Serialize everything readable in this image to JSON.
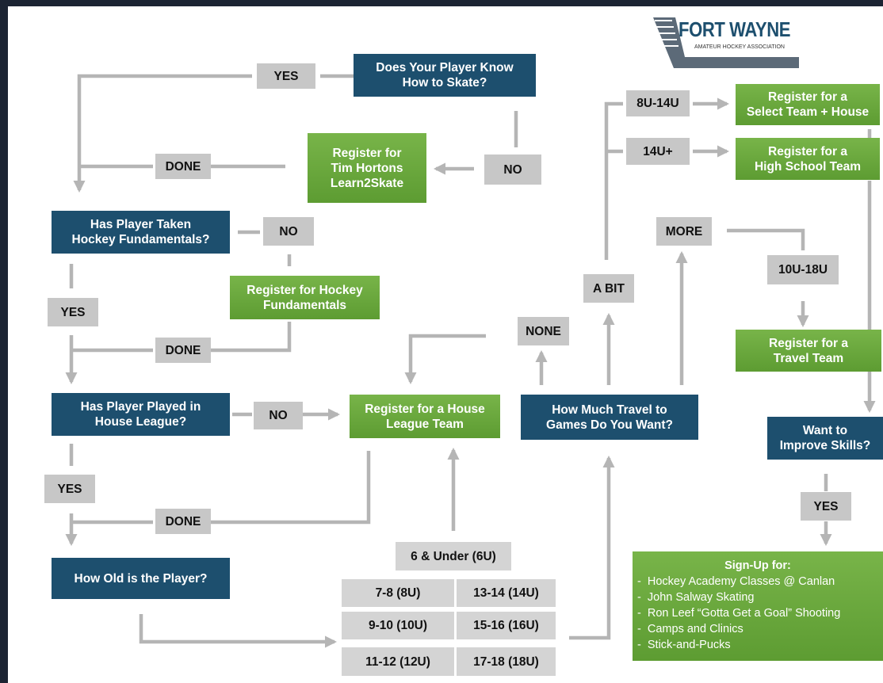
{
  "logo": {
    "title": "FORT WAYNE",
    "subtitle": "AMATEUR HOCKEY ASSOCIATION"
  },
  "nodes": {
    "q_skate": "Does Your Player Know\nHow to Skate?",
    "yes_skate": "YES",
    "no_skate": "NO",
    "reg_learn2skate": "Register for\nTim Hortons\nLearn2Skate",
    "done_1": "DONE",
    "q_fundamentals": "Has Player Taken\nHockey Fundamentals?",
    "no_fund": "NO",
    "reg_fundamentals": "Register for Hockey\nFundamentals",
    "yes_fund": "YES",
    "done_2": "DONE",
    "q_house": "Has Player Played in\nHouse League?",
    "no_house": "NO",
    "reg_house": "Register for a House\nLeague Team",
    "yes_house": "YES",
    "done_3": "DONE",
    "q_age": "How Old is the Player?",
    "age_6u": "6 & Under (6U)",
    "age_8u": "7-8 (8U)",
    "age_14u": "13-14 (14U)",
    "age_10u": "9-10 (10U)",
    "age_16u": "15-16 (16U)",
    "age_12u": "11-12 (12U)",
    "age_18u": "17-18 (18U)",
    "q_travel": "How Much Travel to\nGames Do You Want?",
    "travel_none": "NONE",
    "travel_abit": "A BIT",
    "travel_more": "MORE",
    "abit_8u14u": "8U-14U",
    "abit_14uplus": "14U+",
    "reg_select": "Register for a\nSelect Team + House",
    "reg_highschool": "Register for a\nHigh School Team",
    "more_10u18u": "10U-18U",
    "reg_travel": "Register for a\nTravel Team",
    "q_improve": "Want to\nImprove Skills?",
    "yes_improve": "YES"
  },
  "signup": {
    "heading": "Sign-Up for:",
    "items": [
      "Hockey Academy Classes @ Canlan",
      "John Salway Skating",
      "Ron Leef “Gotta Get a Goal” Shooting",
      "Camps and Clinics",
      "Stick-and-Pucks"
    ]
  },
  "colors": {
    "question": "#1d4f6e",
    "action": "#6aaa3a",
    "answer": "#c7c7c7",
    "connector": "#b5b5b5"
  }
}
